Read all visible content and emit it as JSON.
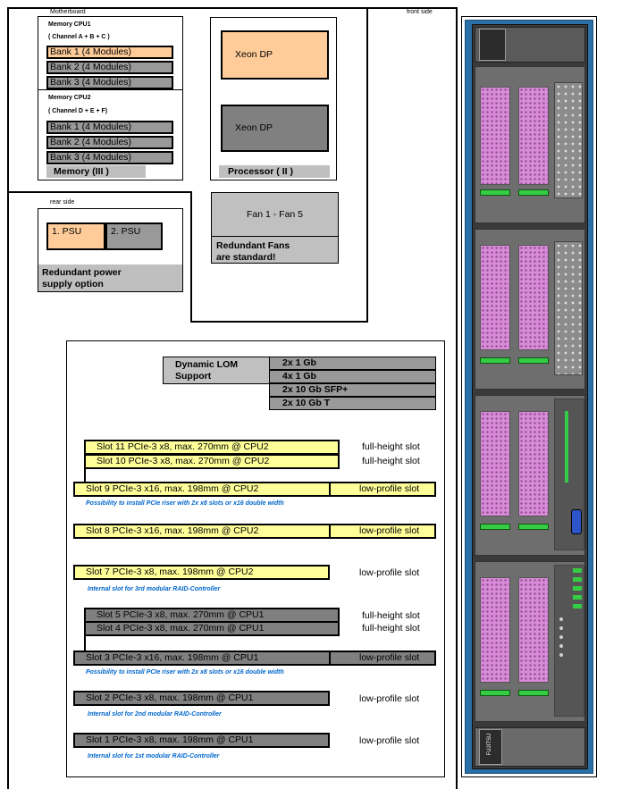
{
  "labels": {
    "motherboard": "Motherboard",
    "front_side": "front side",
    "rear_side": "rear side"
  },
  "memory": {
    "cpu1_title": "Memory CPU1",
    "cpu1_channels": "( Channel A + B + C )",
    "cpu1_banks": [
      "Bank 1 (4 Modules)",
      "Bank 2 (4 Modules)",
      "Bank 3 (4 Modules)"
    ],
    "cpu2_title": "Memory CPU2",
    "cpu2_channels": "( Channel D + E + F)",
    "cpu2_banks": [
      "Bank 1 (4 Modules)",
      "Bank 2 (4 Modules)",
      "Bank 3 (4 Modules)"
    ],
    "footer": "Memory (III )"
  },
  "processor": {
    "cpu1": "Xeon DP",
    "cpu2": "Xeon DP",
    "footer": "Processor ( II )"
  },
  "fans": {
    "label": "Fan 1 - Fan 5",
    "note_line1": "Redundant Fans",
    "note_line2": "are standard!"
  },
  "psu": {
    "psu1": "1. PSU",
    "psu2": "2. PSU",
    "note_line1": "Redundant power",
    "note_line2": "supply option"
  },
  "lom": {
    "title_line1": "Dynamic LOM",
    "title_line2": "Support",
    "options": [
      "2x 1 Gb",
      "4x 1 Gb",
      "2x 10 Gb SFP+",
      "2x 10 Gb T"
    ]
  },
  "slots": {
    "s11": "Slot 11 PCIe-3 x8, max. 270mm @ CPU2",
    "s10": "Slot 10 PCIe-3 x8, max. 270mm @ CPU2",
    "s9": "Slot 9 PCIe-3 x16, max. 198mm @ CPU2",
    "s8": "Slot 8 PCIe-3 x16, max. 198mm @ CPU2",
    "s7": "Slot 7 PCIe-3 x8, max. 198mm @ CPU2",
    "s5": "Slot 5 PCIe-3 x8, max. 270mm @ CPU1",
    "s4": "Slot 4 PCIe-3 x8, max. 270mm @ CPU1",
    "s3": "Slot 3 PCIe-3 x16, max. 198mm @ CPU1",
    "s2": "Slot 2 PCIe-3 x8, max. 198mm @ CPU1",
    "s1": "Slot 1 PCIe-3 x8, max. 198mm @ CPU1",
    "full_height": "full-height slot",
    "low_profile": "low-profile slot",
    "note_riser": "Possibility to install PCIe riser with 2x x8 slots or x16 double width",
    "note_raid3": "Internal slot for 3rd modular RAID-Controller",
    "note_raid2": "Internal slot for 2nd modular RAID-Controller",
    "note_raid1": "Internal slot for 1st modular RAID-Controller"
  },
  "front_panel": {
    "brand_text": "FUJITSU"
  },
  "colors": {
    "orange": "#ffcc99",
    "grey": "#999999",
    "yellow": "#ffff99",
    "dark_grey": "#808080",
    "note_blue": "#0066cc"
  }
}
